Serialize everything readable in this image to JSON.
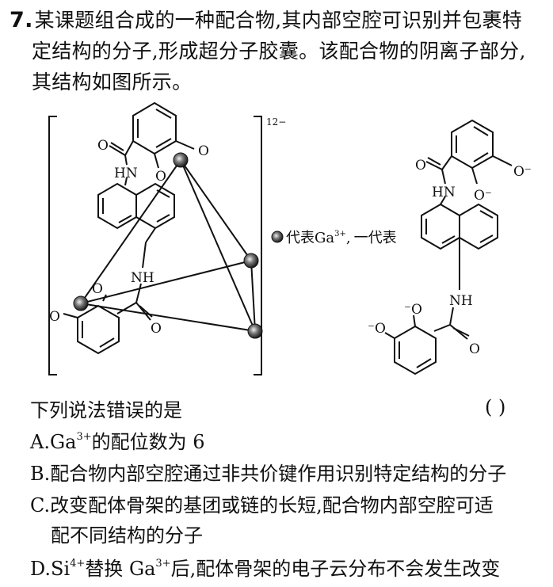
{
  "question": {
    "number": "7.",
    "stem_line1": "某课题组合成的一种配合物,其内部空腔可识别并包裹特",
    "stem_line2": "定结构的分子,形成超分子胶囊。该配合物的阴离子部分,",
    "stem_line3": "其结构如图所示。"
  },
  "figure": {
    "charge": "12−",
    "legend_ga": "代表Ga",
    "legend_ga_sup": "3+",
    "legend_sep": ",",
    "legend_ligand": "一代表",
    "labels": {
      "o": "O",
      "o_minus": "O⁻",
      "minus_o": "⁻O",
      "hn": "HN",
      "nh": "NH"
    }
  },
  "prompt": "下列说法错误的是",
  "answer_paren": "(        )",
  "options": {
    "a_prefix": "A.Ga",
    "a_sup": "3+",
    "a_rest": "的配位数为 6",
    "b": "B.配合物内部空腔通过非共价键作用识别特定结构的分子",
    "c_line1": "C.改变配体骨架的基团或链的长短,配合物内部空腔可适",
    "c_line2": "配不同结构的分子",
    "d_prefix": "D.Si",
    "d_sup1": "4+",
    "d_mid": "替换 Ga",
    "d_sup2": "3+",
    "d_rest": "后,配体骨架的电子云分布不会发生改变"
  }
}
